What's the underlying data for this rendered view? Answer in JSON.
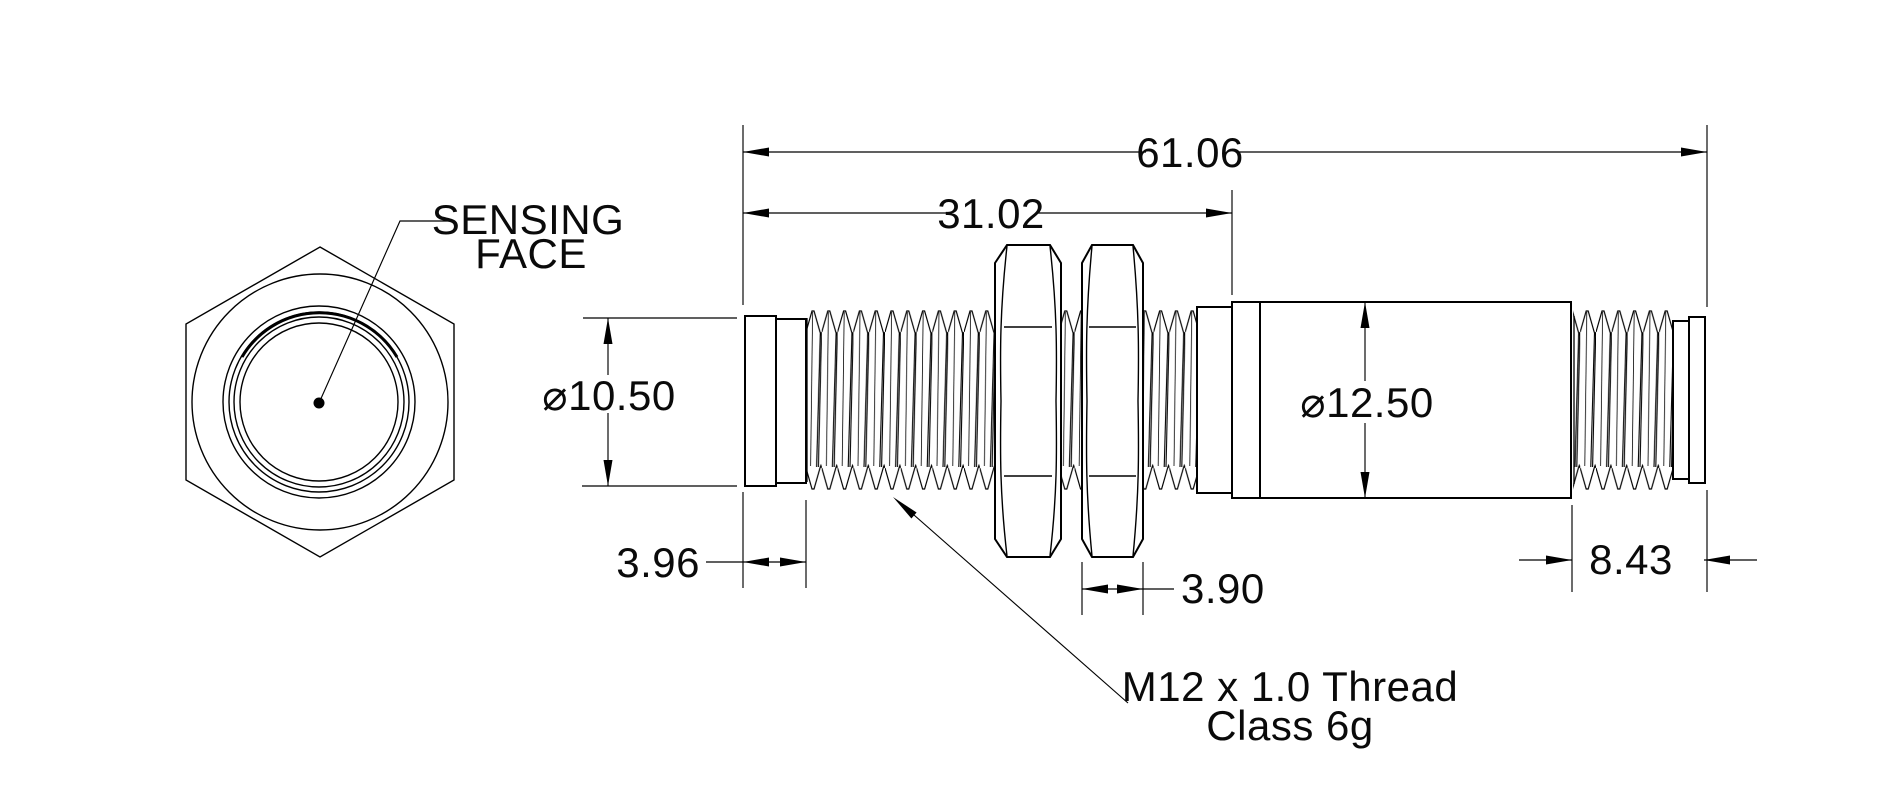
{
  "drawing": {
    "front_view": {
      "callout_line1": "SENSING",
      "callout_line2": "FACE"
    },
    "side_view": {
      "dim_overall_length": "61.06",
      "dim_thread_length": "31.02",
      "dim_face_diameter": "⌀10.50",
      "dim_body_diameter": "⌀12.50",
      "dim_tip_length": "3.96",
      "dim_nut_width": "3.90",
      "dim_connector_length": "8.43",
      "thread_callout_line1": "M12 x 1.0 Thread",
      "thread_callout_line2": "Class 6g"
    },
    "colors": {
      "line": "#000000",
      "background": "#ffffff"
    }
  }
}
